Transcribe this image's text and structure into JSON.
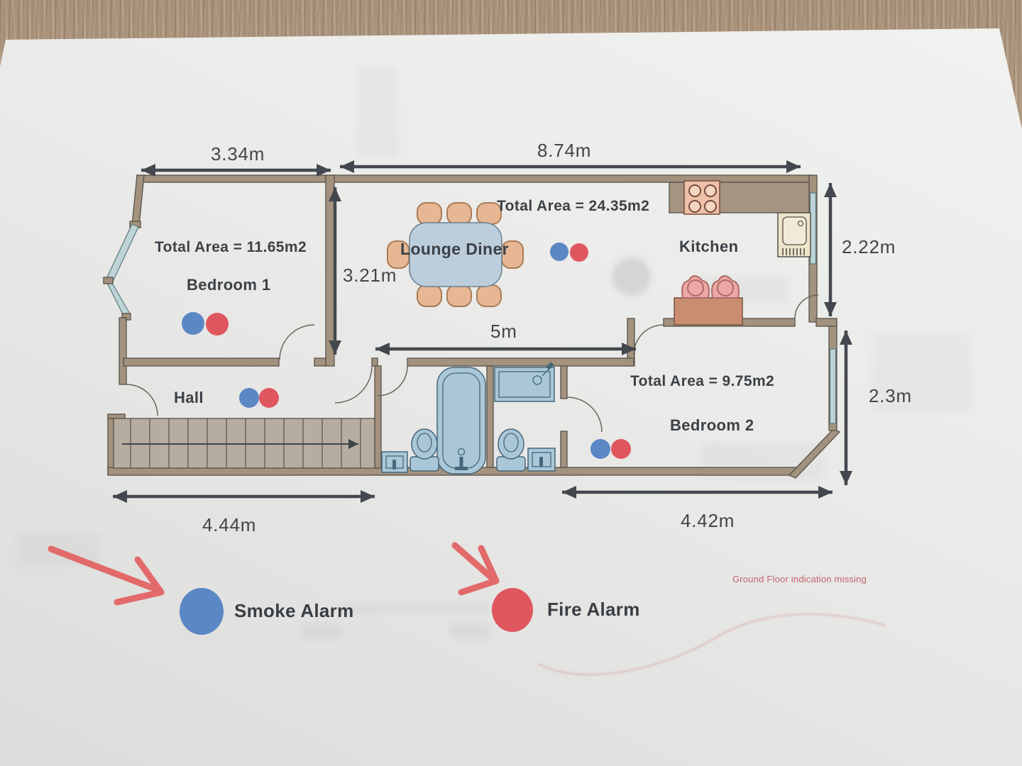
{
  "rooms": {
    "bedroom1": {
      "area_label": "Total Area = 11.65m2",
      "name": "Bedroom 1"
    },
    "lounge_diner": {
      "area_label": "Total Area = 24.35m2",
      "name": "Lounge Diner"
    },
    "kitchen": {
      "name": "Kitchen"
    },
    "hall": {
      "name": "Hall"
    },
    "bedroom2": {
      "area_label": "Total Area = 9.75m2",
      "name": "Bedroom 2"
    }
  },
  "dimensions": {
    "bedroom1_width": "3.34m",
    "lounge_kitchen_width": "8.74m",
    "lounge_depth": "3.21m",
    "kitchen_depth": "2.22m",
    "lounge_inner_width": "5m",
    "bedroom2_depth": "2.3m",
    "hall_width": "4.44m",
    "bedroom2_width": "4.42m"
  },
  "legend": {
    "smoke_alarm": {
      "label": "Smoke Alarm",
      "color": "#5b87c5"
    },
    "fire_alarm": {
      "label": "Fire Alarm",
      "color": "#e0565f"
    }
  },
  "annotations": {
    "note": "Ground Floor indication missing",
    "note_color": "#c4646e"
  },
  "palette": {
    "wall": "#a3927e",
    "window": "#bdd3d6",
    "bathroom_fixture": "#aac7d8",
    "dimension_ink": "#43484e",
    "red_annotation_arrow": "#e26a6a"
  }
}
